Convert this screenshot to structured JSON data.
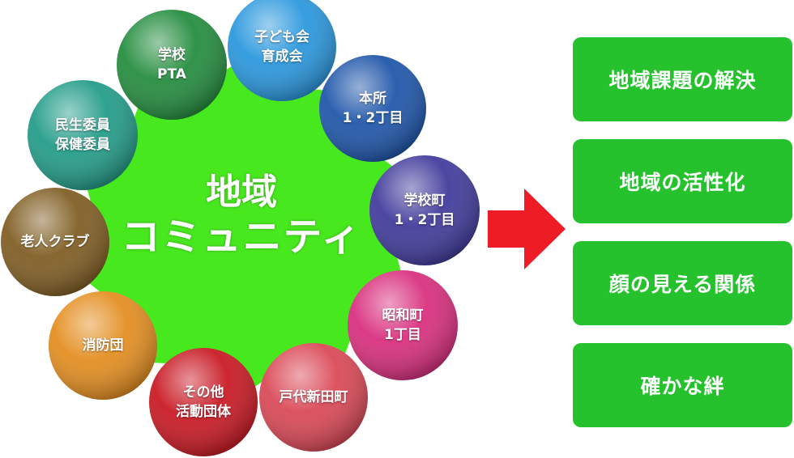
{
  "center": {
    "line1": "地域",
    "line2": "コミュニティ",
    "color": "#48e81f"
  },
  "groups": [
    {
      "line1": "学校",
      "line2": "PTA",
      "color": "#1f8a3a"
    },
    {
      "line1": "子ども会",
      "line2": "育成会",
      "color": "#2595dd"
    },
    {
      "line1": "本所",
      "line2": "1・2丁目",
      "color": "#1a52a8"
    },
    {
      "line1": "学校町",
      "line2": "1・2丁目",
      "color": "#3d3799"
    },
    {
      "line1": "昭和町",
      "line2": "1丁目",
      "color": "#d82a7b"
    },
    {
      "line1": "戸代新田町",
      "line2": "",
      "color": "#d94452"
    },
    {
      "line1": "その他",
      "line2": "活動団体",
      "color": "#c8141f"
    },
    {
      "line1": "消防団",
      "line2": "",
      "color": "#e38b1b"
    },
    {
      "line1": "老人クラブ",
      "line2": "",
      "color": "#7d5a1e"
    },
    {
      "line1": "民生委員",
      "line2": "保健委員",
      "color": "#1e9a86"
    }
  ],
  "arrow": {
    "icon": "right-arrow-icon",
    "color": "#ee1c25"
  },
  "outcomes": [
    {
      "label": "地域課題の解決"
    },
    {
      "label": "地域の活性化"
    },
    {
      "label": "顔の見える関係"
    },
    {
      "label": "確かな絆"
    }
  ],
  "outcome_color": "#25c22e"
}
